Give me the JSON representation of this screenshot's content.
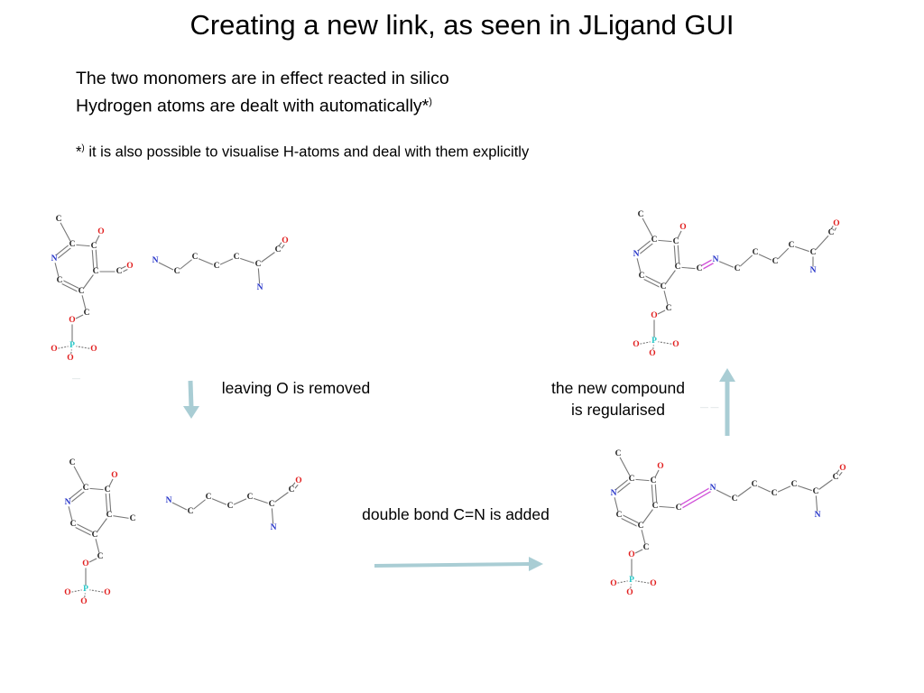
{
  "title": "Creating a new link, as seen in JLigand GUI",
  "bullets": {
    "line1": "The two monomers are in effect reacted in silico",
    "line2": "Hydrogen atoms are dealt with automatically*",
    "line2_sup": ")"
  },
  "footnote": {
    "marker": "*",
    "marker_sup": ")",
    "text": " it is also possible to visualise H-atoms and deal with them explicitly"
  },
  "captions": {
    "leaving_o": "leaving O is removed",
    "double_bond": "double bond C=N is added",
    "regularised_line1": "the new compound",
    "regularised_line2": "is regularised"
  },
  "atom_labels": {
    "carbon": "C",
    "nitrogen": "N",
    "oxygen": "O",
    "phosphorus": "P"
  },
  "colors": {
    "carbon": "#222222",
    "nitrogen": "#2432c8",
    "oxygen": "#e11d1d",
    "phosphorus": "#22c6c6",
    "new_bond": "#d050d8",
    "arrow": "#a9cdd4"
  }
}
